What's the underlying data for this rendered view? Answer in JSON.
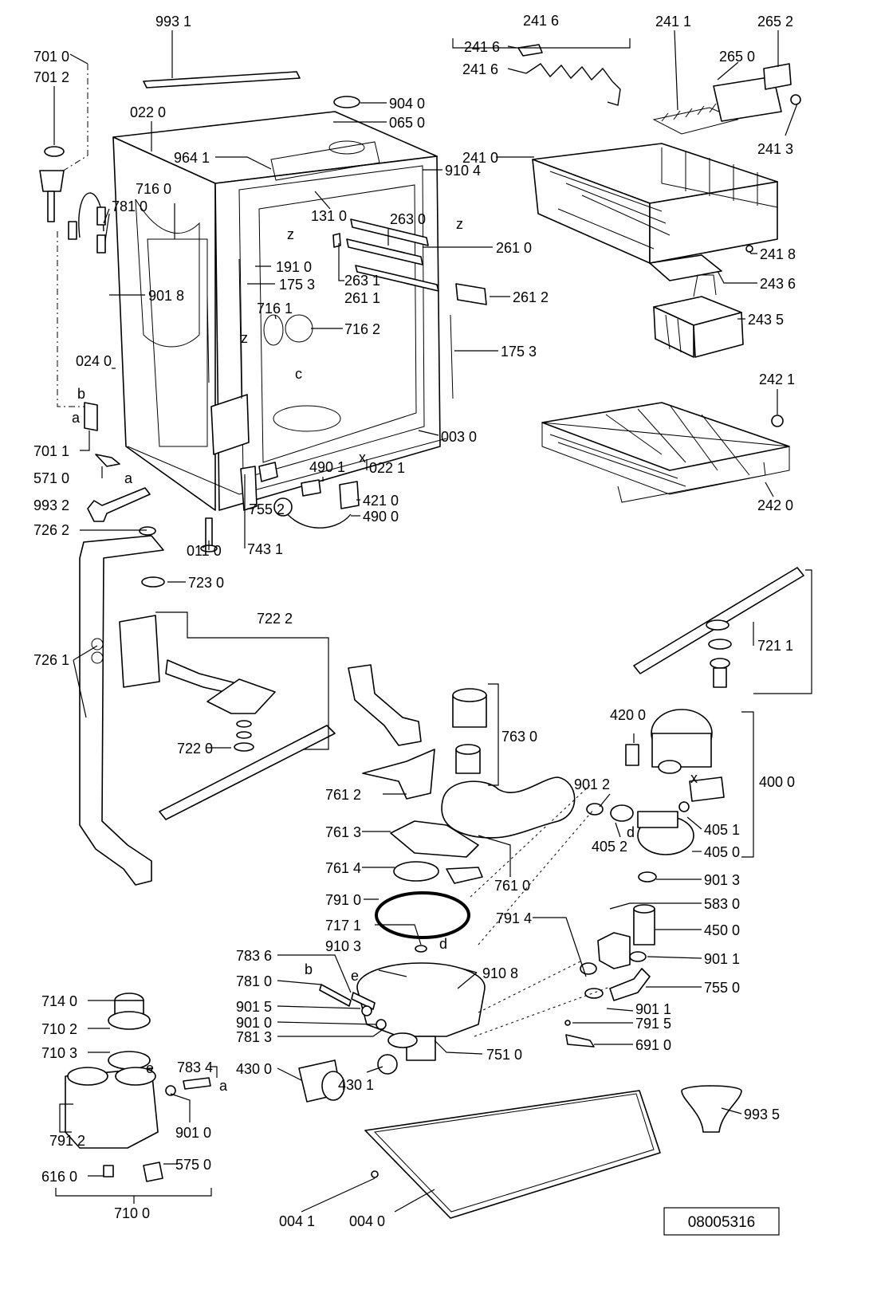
{
  "drawing_code": "08005316",
  "labels": [
    {
      "id": "l9931",
      "text": "993 1"
    },
    {
      "id": "l7010",
      "text": "701 0"
    },
    {
      "id": "l7012",
      "text": "701 2"
    },
    {
      "id": "l0220",
      "text": "022 0"
    },
    {
      "id": "l9040",
      "text": "904 0"
    },
    {
      "id": "l0650",
      "text": "065 0"
    },
    {
      "id": "l9641",
      "text": "964 1"
    },
    {
      "id": "l9104",
      "text": "910 4"
    },
    {
      "id": "l7160",
      "text": "716 0"
    },
    {
      "id": "l7810a",
      "text": "781 0"
    },
    {
      "id": "l1310",
      "text": "131 0"
    },
    {
      "id": "l2630",
      "text": "263 0"
    },
    {
      "id": "l2610",
      "text": "261 0"
    },
    {
      "id": "l1910",
      "text": "191 0"
    },
    {
      "id": "l1753a",
      "text": "175 3"
    },
    {
      "id": "l2631",
      "text": "263 1"
    },
    {
      "id": "l2611",
      "text": "261 1"
    },
    {
      "id": "l2612",
      "text": "261 2"
    },
    {
      "id": "l9018",
      "text": "901 8"
    },
    {
      "id": "l7161",
      "text": "716 1"
    },
    {
      "id": "l7162",
      "text": "716 2"
    },
    {
      "id": "l1753b",
      "text": "175 3"
    },
    {
      "id": "l0240",
      "text": "024 0"
    },
    {
      "id": "l0030",
      "text": "003 0"
    },
    {
      "id": "l7011",
      "text": "701 1"
    },
    {
      "id": "l5710",
      "text": "571 0"
    },
    {
      "id": "l4901a",
      "text": "490 1"
    },
    {
      "id": "l0221",
      "text": "022 1"
    },
    {
      "id": "l4210",
      "text": "421 0"
    },
    {
      "id": "l4900",
      "text": "490 0"
    },
    {
      "id": "l9932",
      "text": "993 2"
    },
    {
      "id": "l7552",
      "text": "755 2"
    },
    {
      "id": "l7431",
      "text": "743 1"
    },
    {
      "id": "l7262",
      "text": "726 2"
    },
    {
      "id": "l0110",
      "text": "011 0"
    },
    {
      "id": "l2416a",
      "text": "241 6"
    },
    {
      "id": "l2416b",
      "text": "241 6"
    },
    {
      "id": "l2416c",
      "text": "241 6"
    },
    {
      "id": "l2411",
      "text": "241 1"
    },
    {
      "id": "l2652",
      "text": "265 2"
    },
    {
      "id": "l2650",
      "text": "265 0"
    },
    {
      "id": "l2413",
      "text": "241 3"
    },
    {
      "id": "l2410",
      "text": "241 0"
    },
    {
      "id": "l2418",
      "text": "241 8"
    },
    {
      "id": "l2436",
      "text": "243 6"
    },
    {
      "id": "l2435",
      "text": "243 5"
    },
    {
      "id": "l2421",
      "text": "242 1"
    },
    {
      "id": "l2420",
      "text": "242 0"
    },
    {
      "id": "l7230",
      "text": "723 0"
    },
    {
      "id": "l7222",
      "text": "722 2"
    },
    {
      "id": "l7261",
      "text": "726 1"
    },
    {
      "id": "l7220",
      "text": "722 0"
    },
    {
      "id": "l7211",
      "text": "721 1"
    },
    {
      "id": "l7630",
      "text": "763 0"
    },
    {
      "id": "l4200",
      "text": "420 0"
    },
    {
      "id": "l4000",
      "text": "400 0"
    },
    {
      "id": "l7612",
      "text": "761 2"
    },
    {
      "id": "l9012",
      "text": "901 2"
    },
    {
      "id": "l4051",
      "text": "405 1"
    },
    {
      "id": "l4052",
      "text": "405 2"
    },
    {
      "id": "l4050",
      "text": "405 0"
    },
    {
      "id": "l7613",
      "text": "761 3"
    },
    {
      "id": "l7614",
      "text": "761 4"
    },
    {
      "id": "l7610",
      "text": "761 0"
    },
    {
      "id": "l9013",
      "text": "901 3"
    },
    {
      "id": "l7910",
      "text": "791 0"
    },
    {
      "id": "l7914",
      "text": "791 4"
    },
    {
      "id": "l5830",
      "text": "583 0"
    },
    {
      "id": "l7171",
      "text": "717 1"
    },
    {
      "id": "l4500",
      "text": "450 0"
    },
    {
      "id": "l7836",
      "text": "783 6"
    },
    {
      "id": "l9103",
      "text": "910 3"
    },
    {
      "id": "l9108",
      "text": "910 8"
    },
    {
      "id": "l9011a",
      "text": "901 1"
    },
    {
      "id": "l7810b",
      "text": "781 0"
    },
    {
      "id": "l7550",
      "text": "755 0"
    },
    {
      "id": "l9011b",
      "text": "901 1"
    },
    {
      "id": "l9015",
      "text": "901 5"
    },
    {
      "id": "l9010a",
      "text": "901 0"
    },
    {
      "id": "l7915",
      "text": "791 5"
    },
    {
      "id": "l7813",
      "text": "781 3"
    },
    {
      "id": "l7510",
      "text": "751 0"
    },
    {
      "id": "l6910",
      "text": "691 0"
    },
    {
      "id": "l7140",
      "text": "714 0"
    },
    {
      "id": "l7102",
      "text": "710 2"
    },
    {
      "id": "l7103",
      "text": "710 3"
    },
    {
      "id": "l7834",
      "text": "783 4"
    },
    {
      "id": "l4300",
      "text": "430 0"
    },
    {
      "id": "l4301",
      "text": "430 1"
    },
    {
      "id": "l9935",
      "text": "993 5"
    },
    {
      "id": "l9010b",
      "text": "901 0"
    },
    {
      "id": "l7912",
      "text": "791 2"
    },
    {
      "id": "l6160",
      "text": "616 0"
    },
    {
      "id": "l5750",
      "text": "575 0"
    },
    {
      "id": "l7100",
      "text": "710 0"
    },
    {
      "id": "l0041",
      "text": "004 1"
    },
    {
      "id": "l0040",
      "text": "004 0"
    }
  ],
  "letters": [
    {
      "id": "za",
      "text": "z"
    },
    {
      "id": "zb",
      "text": "z"
    },
    {
      "id": "zc",
      "text": "z"
    },
    {
      "id": "ca",
      "text": "c"
    },
    {
      "id": "ba",
      "text": "b"
    },
    {
      "id": "aa",
      "text": "a"
    },
    {
      "id": "ab",
      "text": "a"
    },
    {
      "id": "xa",
      "text": "x"
    },
    {
      "id": "xb",
      "text": "x"
    },
    {
      "id": "da",
      "text": "d"
    },
    {
      "id": "db",
      "text": "d"
    },
    {
      "id": "ea",
      "text": "e"
    },
    {
      "id": "eb",
      "text": "e"
    },
    {
      "id": "bb",
      "text": "b"
    },
    {
      "id": "ac",
      "text": "a"
    }
  ]
}
